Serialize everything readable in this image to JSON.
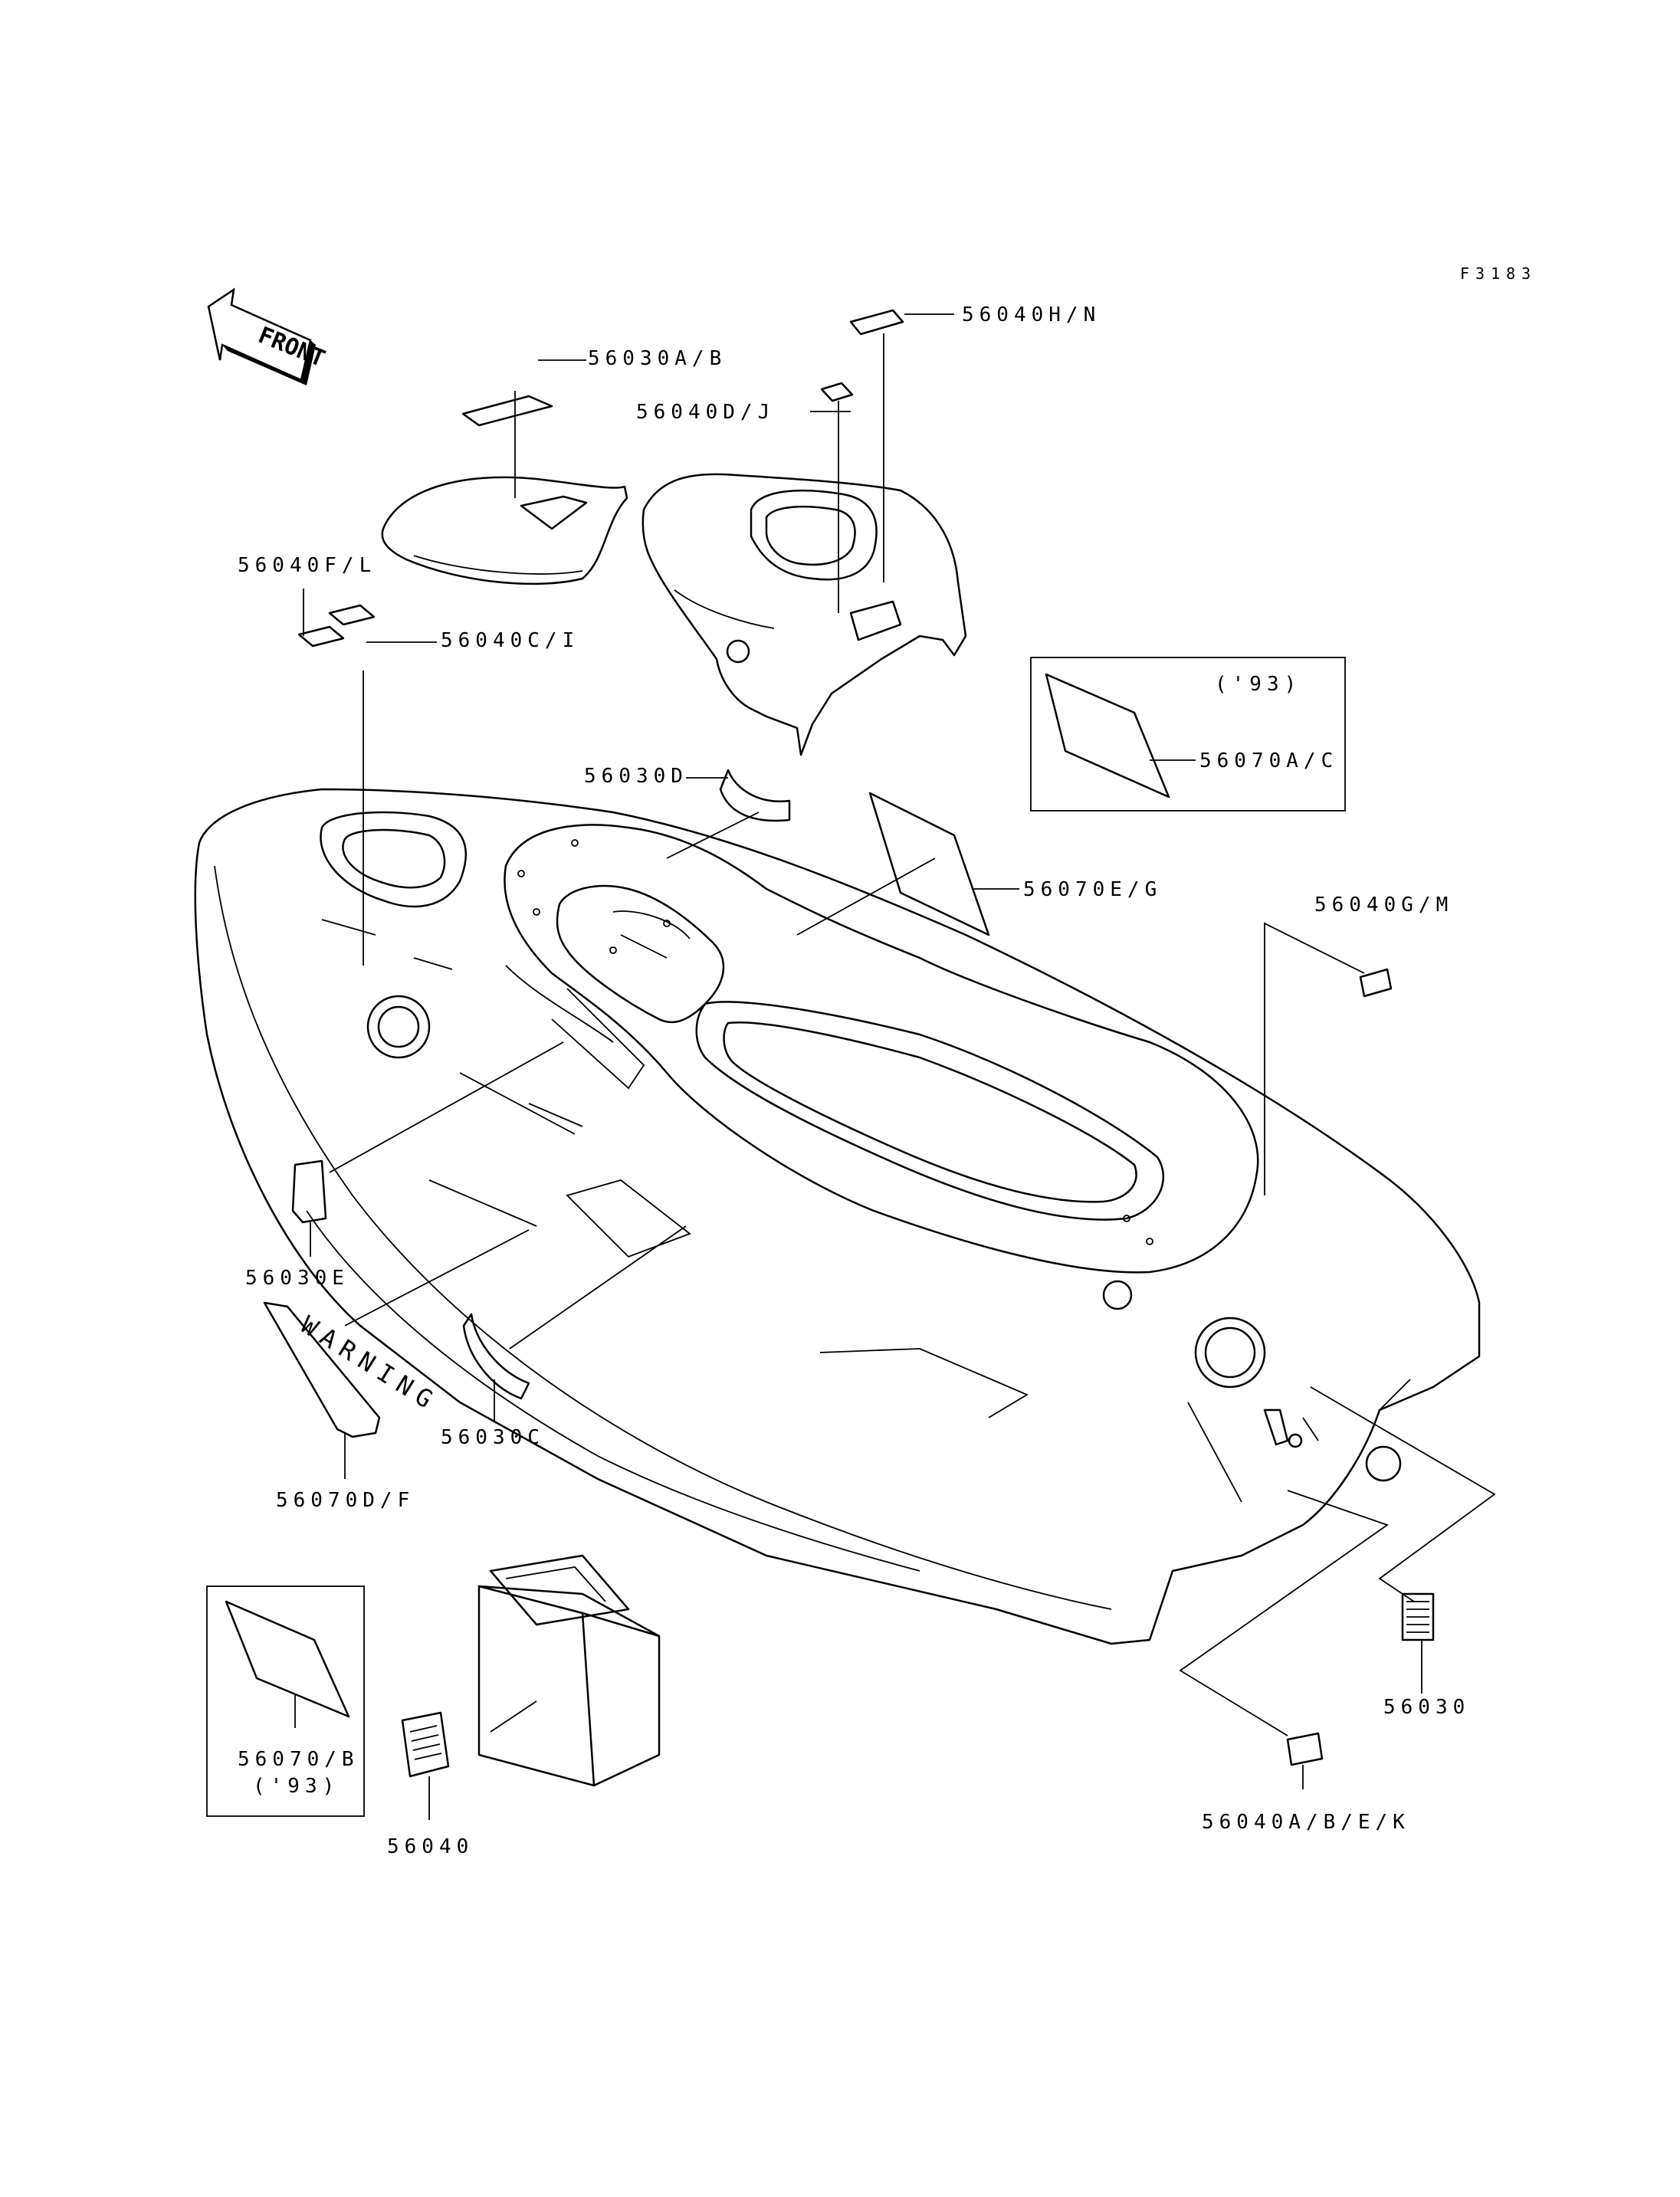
{
  "figure_code": "F3183",
  "front_label": "FRONT",
  "warning_text": "WARNING",
  "callouts": {
    "c56030AB": "56030A/B",
    "c56040HN": "56040H/N",
    "c56040DJ": "56040D/J",
    "c56040FL": "56040F/L",
    "c56040CI": "56040C/I",
    "c56070AC": "56070A/C",
    "c93a": "('93)",
    "c56030D": "56030D",
    "c56070EG": "56070E/G",
    "c56040GM": "56040G/M",
    "c56030E": "56030E",
    "c56030C": "56030C",
    "c56070DF": "56070D/F",
    "c56030": "56030",
    "c56070B": "56070/B",
    "c93b": "('93)",
    "c56040": "56040",
    "c56040ABEK": "56040A/B/E/K"
  }
}
